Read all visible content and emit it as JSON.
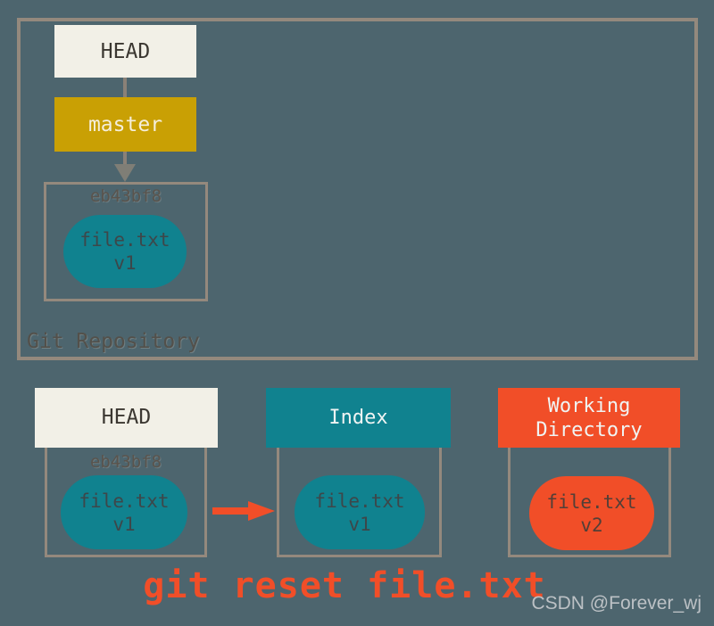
{
  "colors": {
    "background": "#4d656e",
    "frame": "#94897d",
    "ivory": "#f2f0e7",
    "gold": "#c9a004",
    "teal": "#10828f",
    "red": "#f14e28",
    "blob_text": "#3d474a",
    "sha_text": "#5a544d",
    "watermark_text": "#bcc1c5"
  },
  "repository": {
    "label": "Git Repository",
    "head": "HEAD",
    "branch": "master",
    "commit": {
      "sha": "eb43bf8",
      "file": "file.txt",
      "version": "v1"
    }
  },
  "bottom": {
    "head": {
      "label": "HEAD",
      "sha": "eb43bf8",
      "file": "file.txt",
      "version": "v1"
    },
    "index": {
      "label": "Index",
      "file": "file.txt",
      "version": "v1"
    },
    "working_directory": {
      "label": "Working Directory",
      "file": "file.txt",
      "version": "v2"
    }
  },
  "caption": "git reset file.txt",
  "watermark": "CSDN @Forever_wj"
}
